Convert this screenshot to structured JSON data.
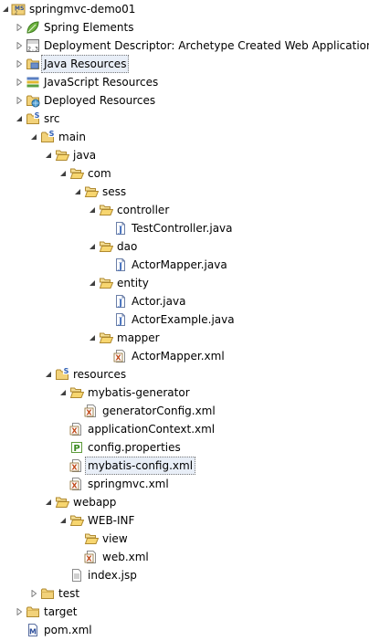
{
  "tree": {
    "root_label": "springmvc-demo01",
    "spring_elements": "Spring Elements",
    "deployment_descriptor": "Deployment Descriptor: Archetype Created Web Application",
    "java_resources": "Java Resources",
    "javascript_resources": "JavaScript Resources",
    "deployed_resources": "Deployed Resources",
    "src": "src",
    "main": "main",
    "java": "java",
    "com": "com",
    "sess": "sess",
    "controller": "controller",
    "test_controller": "TestController.java",
    "dao": "dao",
    "actor_mapper_java": "ActorMapper.java",
    "entity": "entity",
    "actor_java": "Actor.java",
    "actor_example_java": "ActorExample.java",
    "mapper": "mapper",
    "actor_mapper_xml": "ActorMapper.xml",
    "resources": "resources",
    "mybatis_generator": "mybatis-generator",
    "generator_config": "generatorConfig.xml",
    "application_context": "applicationContext.xml",
    "config_properties": "config.properties",
    "mybatis_config": "mybatis-config.xml",
    "springmvc_xml": "springmvc.xml",
    "webapp": "webapp",
    "web_inf": "WEB-INF",
    "view": "view",
    "web_xml": "web.xml",
    "index_jsp": "index.jsp",
    "test": "test",
    "target": "target",
    "pom_xml": "pom.xml"
  }
}
